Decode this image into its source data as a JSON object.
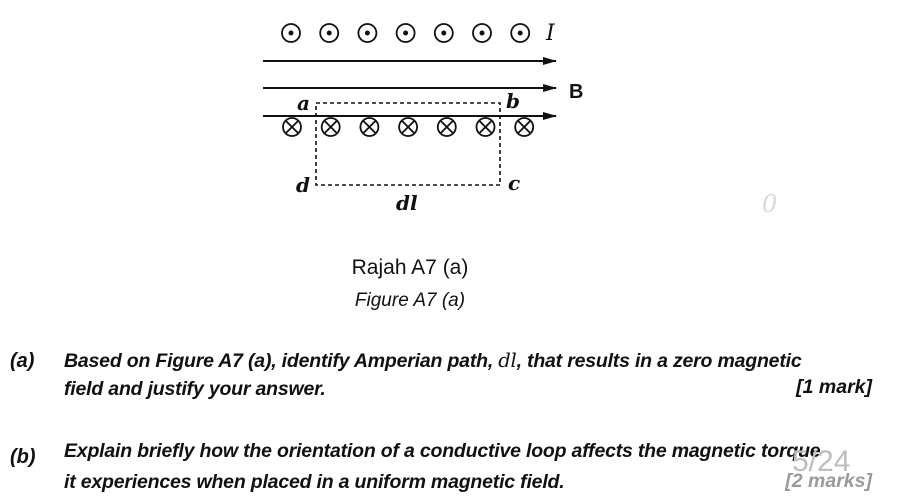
{
  "figure": {
    "current_label": "I",
    "field_label": "B",
    "corners": {
      "a": "a",
      "b": "b",
      "c": "c",
      "d": "d"
    },
    "path_label": "dl",
    "dots_out_count": 7,
    "crosses_in_count": 7,
    "ink_color": "#111111"
  },
  "captions": {
    "main": "Rajah A7 (a)",
    "sub": "Figure A7 (a)"
  },
  "questions": [
    {
      "label": "(a)",
      "line1_pre": "Based on Figure A7 (a), identify Amperian path,",
      "line1_symbol": "dl",
      "line1_post": ", that results in a zero magnetic",
      "line2": "field and justify your answer.",
      "marks": "[1 mark]"
    },
    {
      "label": "(b)",
      "line1": "Explain briefly how the orientation of a conductive loop affects the magnetic torque",
      "line2": "it experiences when placed in a uniform magnetic field.",
      "marks": "[2 marks]"
    }
  ],
  "page_number": "5/24",
  "stray_mark": "0"
}
